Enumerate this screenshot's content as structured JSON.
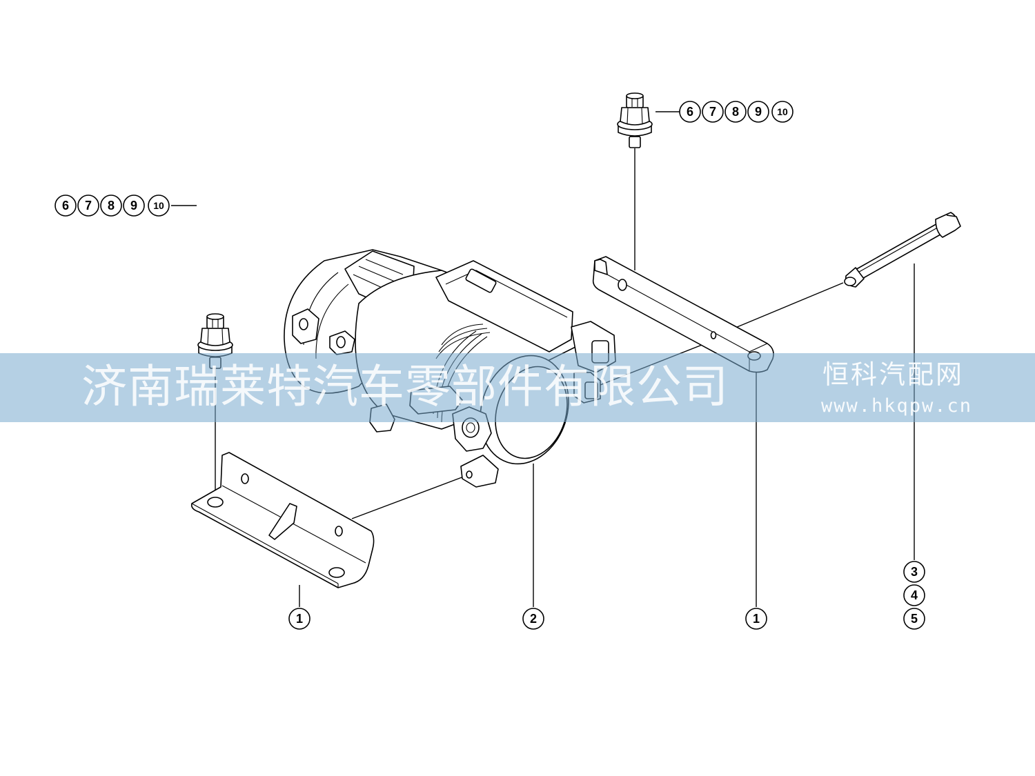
{
  "callouts": {
    "nut_top_right": [
      "6",
      "7",
      "8",
      "9",
      "10"
    ],
    "nut_left": [
      "6",
      "7",
      "8",
      "9",
      "10"
    ],
    "bracket_left": "1",
    "motor": "2",
    "bracket_right": "1",
    "bolt": [
      "3",
      "4",
      "5"
    ]
  },
  "watermark": {
    "company": "济南瑞莱特汽车零部件有限公司",
    "site_name": "恒科汽配网",
    "site_url": "www.hkqpw.cn"
  },
  "colors": {
    "line": "#000000",
    "background": "#ffffff",
    "watermark_band": "#78aacd"
  },
  "icons": [
    "flange-nut-icon",
    "bracket-icon",
    "motor-unit-icon",
    "bolt-icon"
  ]
}
